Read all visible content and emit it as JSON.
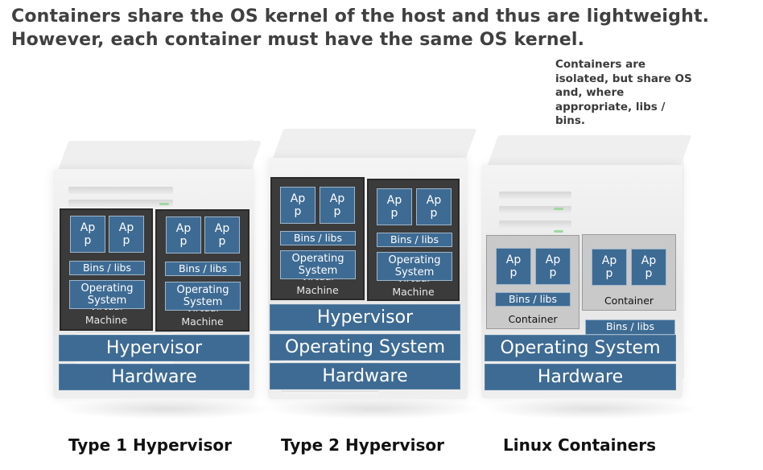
{
  "title_line1": "Containers share the OS kernel of the host and thus are lightweight.",
  "title_line2": "However, each container must have the same OS kernel.",
  "note": "Containers are isolated, but share OS and, where appropriate, libs / bins.",
  "colors": {
    "layer_blue": "#3e6b93",
    "vm_dark": "#3b3b3b",
    "container_gray": "#c9c9c9"
  },
  "type1": {
    "caption": "Type 1 Hypervisor",
    "hypervisor": "Hypervisor",
    "hardware": "Hardware",
    "vms": [
      {
        "app1": "Ap\np",
        "app2": "Ap\np",
        "bins": "Bins / libs",
        "os": "Operating\nSystem",
        "label": "Virtual\nMachine"
      },
      {
        "app1": "Ap\np",
        "app2": "Ap\np",
        "bins": "Bins / libs",
        "os": "Operating\nSystem",
        "label": "Virtual\nMachine"
      }
    ]
  },
  "type2": {
    "caption": "Type 2 Hypervisor",
    "hypervisor": "Hypervisor",
    "os": "Operating System",
    "hardware": "Hardware",
    "vms": [
      {
        "app1": "Ap\np",
        "app2": "Ap\np",
        "bins": "Bins / libs",
        "os": "Operating\nSystem",
        "label": "Virtual\nMachine"
      },
      {
        "app1": "Ap\np",
        "app2": "Ap\np",
        "bins": "Bins / libs",
        "os": "Operating\nSystem",
        "label": "Virtual\nMachine"
      }
    ]
  },
  "linux": {
    "caption": "Linux Containers",
    "os": "Operating System",
    "hardware": "Hardware",
    "shared_bins": "Bins / libs",
    "containers": [
      {
        "app1": "Ap\np",
        "app2": "Ap\np",
        "bins": "Bins / libs",
        "label": "Container"
      },
      {
        "app1": "Ap\np",
        "app2": "Ap\np",
        "label": "Container"
      }
    ]
  }
}
